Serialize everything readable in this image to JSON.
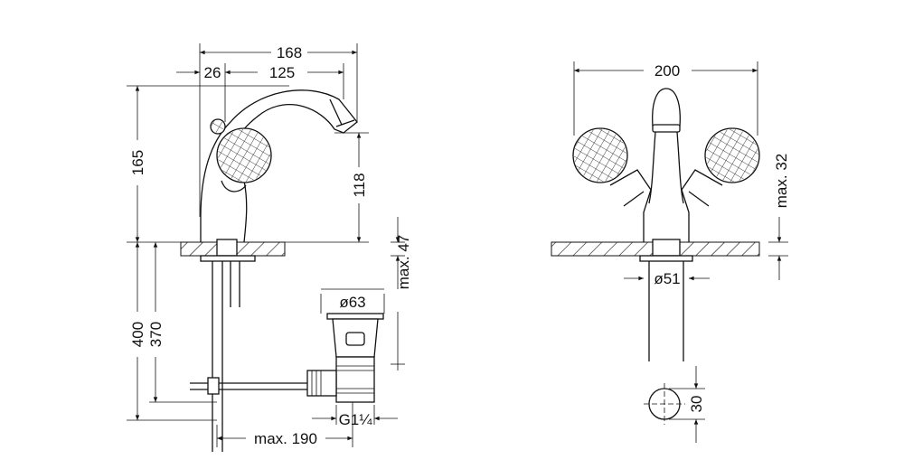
{
  "side_view": {
    "width_total": "168",
    "offset": "26",
    "spout_reach": "125",
    "height_total": "165",
    "spout_height": "118",
    "below_counter_total": "400",
    "below_counter_rod": "370",
    "max_thickness": "max. 47",
    "drain_diameter": "ø63",
    "drain_thread": "G1¼",
    "max_rod_length": "max. 190"
  },
  "front_view": {
    "width_total": "200",
    "max_thickness": "max. 32",
    "flange_diameter": "ø51",
    "hole_diameter": "30"
  },
  "colors": {
    "line": "#111111",
    "background": "#ffffff"
  }
}
